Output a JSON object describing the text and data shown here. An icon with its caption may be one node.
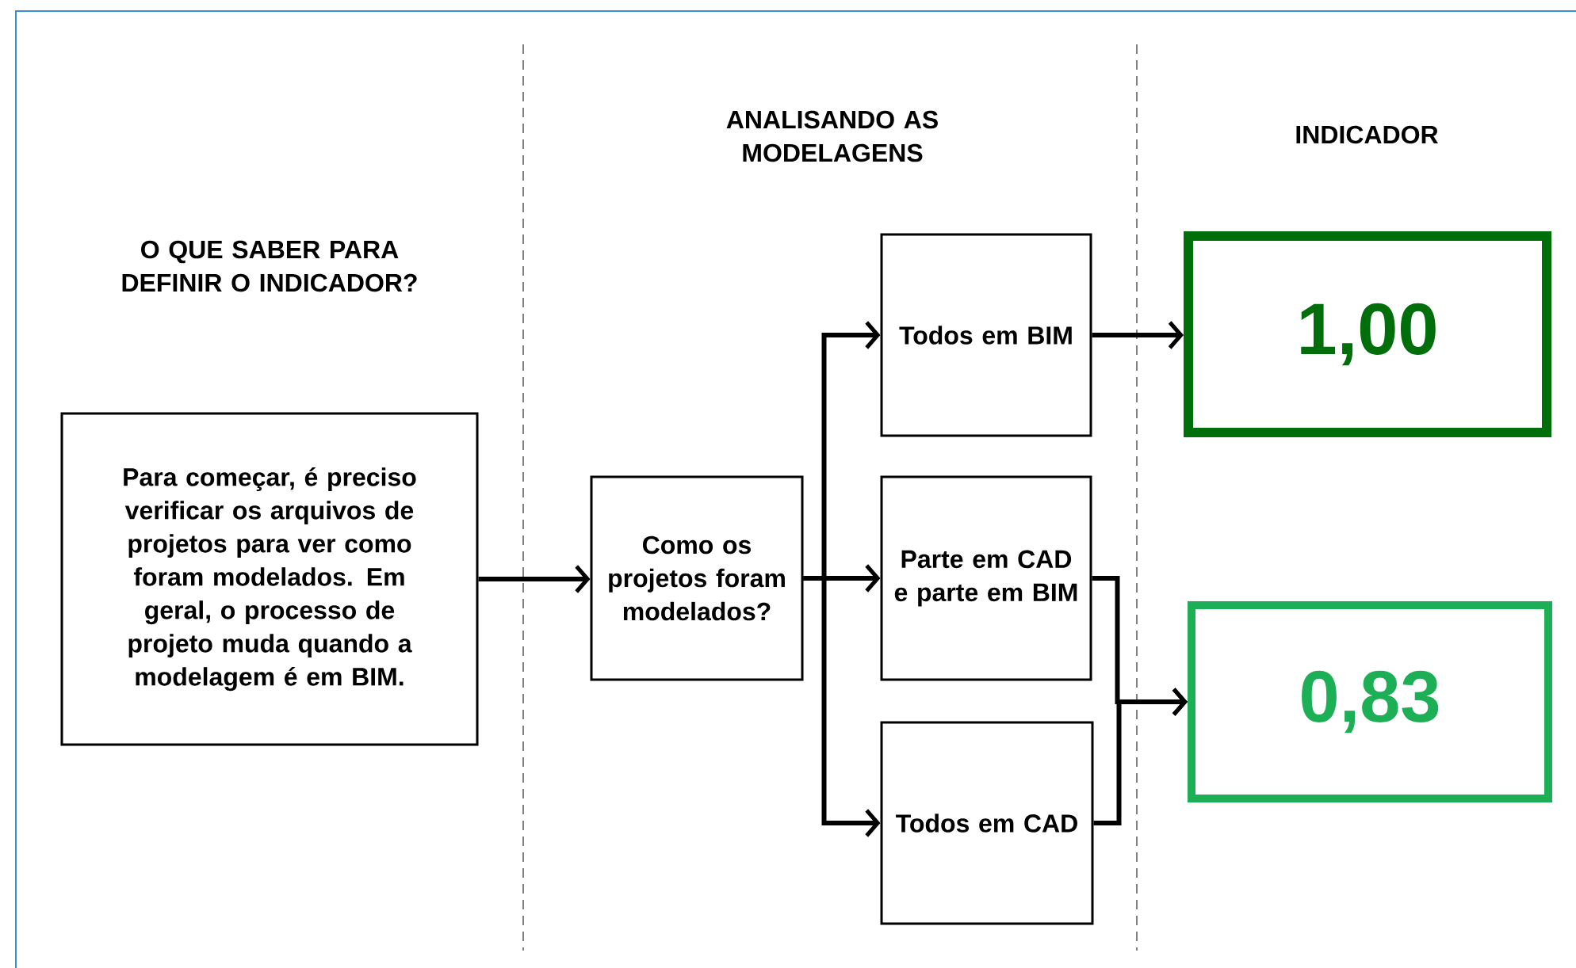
{
  "diagram": {
    "nodes": [
      {
        "text": [
          "Para começar, é preciso verificar os arquivos de projetos para ver como foram modelados. Em geral, o processo de projeto muda quando a modelagem é em BIM."
        ]
      },
      {
        "text": [
          "Como os projetos foram modelados?"
        ]
      },
      {
        "text": [
          "Todos em BIM"
        ]
      },
      {
        "text": [
          "Parte em CAD e parte em BIM"
        ]
      },
      {
        "text": [
          "Todos em CAD"
        ]
      },
      {
        "text": [
          "1,00"
        ]
      },
      {
        "text": [
          "0,83"
        ]
      }
    ],
    "edges": [
      {
        "from": 0,
        "to": 1,
        "arrow": "to"
      },
      {
        "from": 1,
        "to": 2,
        "arrow": "to"
      },
      {
        "from": 1,
        "to": 3,
        "arrow": "to"
      },
      {
        "from": 1,
        "to": 4,
        "arrow": "to"
      },
      {
        "from": 2,
        "to": 5,
        "arrow": "to"
      },
      {
        "from": 3,
        "to": 6,
        "arrow": "to"
      },
      {
        "from": 4,
        "to": 6,
        "arrow": "to"
      }
    ],
    "labels": [
      "ANALISANDO AS MODELAGENS",
      "INDICADOR",
      "O QUE SABER PARA DEFINIR O INDICADOR?"
    ]
  }
}
